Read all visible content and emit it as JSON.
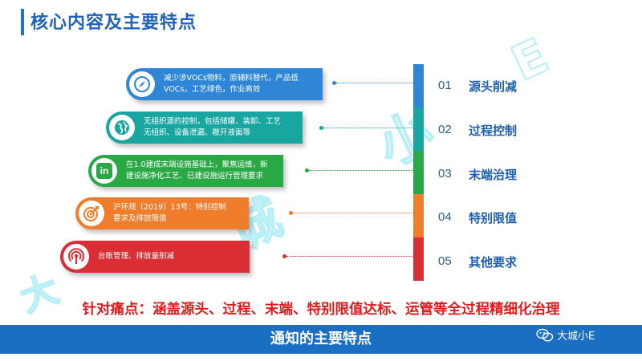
{
  "title": "核心内容及主要特点",
  "items": [
    {
      "num": "01",
      "label": "源头削减",
      "desc_lines": [
        "减少涉VOCs物料，原辅料替代，产品低",
        "VOCs，工艺绿色，作业高效"
      ],
      "color": "#2f86d6",
      "icon": "compass-icon"
    },
    {
      "num": "02",
      "label": "过程控制",
      "desc_lines": [
        "无组织源的控制，包括储罐、装卸、工艺",
        "无组织、设备泄漏、敞开液面等"
      ],
      "color": "#1aa6a0",
      "icon": "globe-icon"
    },
    {
      "num": "03",
      "label": "末端治理",
      "desc_lines": [
        "在1.0建成末端设施基础上，聚焦运维，新",
        "建设施净化工艺、已建设施运行管理要求"
      ],
      "color": "#2aa846",
      "icon": "linkedin-icon"
    },
    {
      "num": "04",
      "label": "特别限值",
      "desc_lines": [
        "沪环规〔2019〕13号：特别控制",
        "要求及排放限值"
      ],
      "color": "#f07d2c",
      "icon": "target-icon"
    },
    {
      "num": "05",
      "label": "其他要求",
      "desc_lines": [
        "台账管理、排放量削减"
      ],
      "color": "#d92e33",
      "icon": "broadcast-icon"
    }
  ],
  "painpoint_text": "针对痛点：涵盖源头、过程、末端、特别限值达标、运管等全过程精细化治理",
  "bottom_title": "通知的主要特点",
  "watermark_text": "大城小E",
  "wechat_label": "大城小E"
}
